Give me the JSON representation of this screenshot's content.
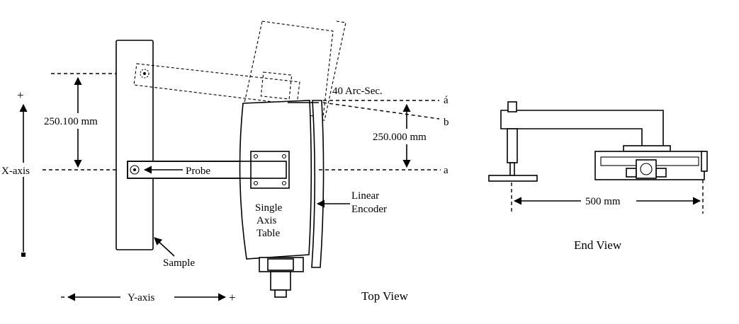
{
  "top_view": {
    "labels": {
      "plus_x": "+",
      "x_axis": "X-axis",
      "minus_x": "-",
      "dim_left": "250.100 mm",
      "probe": "Probe",
      "sample": "Sample",
      "y_axis": "Y-axis",
      "plus_y": "+",
      "arc_sec": "40 Arc-Sec.",
      "a_prime": "á",
      "b": "b",
      "dim_right": "250.000 mm",
      "a": "a",
      "linear": "Linear",
      "encoder": "Encoder",
      "single": "Single",
      "axis": "Axis",
      "table": "Table",
      "title": "Top View"
    }
  },
  "end_view": {
    "labels": {
      "dim": "500 mm",
      "title": "End View"
    }
  }
}
